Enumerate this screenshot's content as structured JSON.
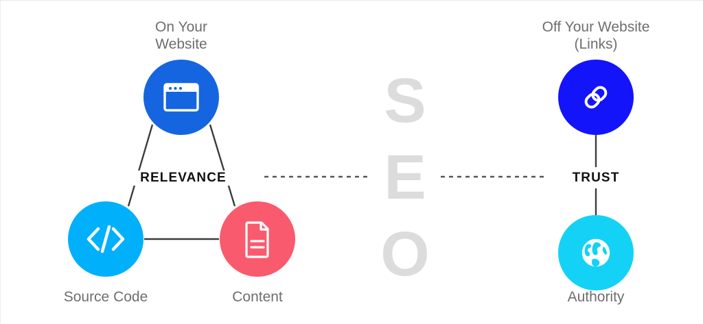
{
  "diagram": {
    "title": "SEO",
    "background_color": "#ffffff",
    "watermark": {
      "letters": [
        "S",
        "E",
        "O"
      ],
      "color": "#dcdcdc"
    },
    "groups": [
      {
        "id": "relevance",
        "caption": "RELEVANCE",
        "heading": "On Your\nWebsite",
        "shape": "triangle"
      },
      {
        "id": "trust",
        "caption": "TRUST",
        "heading": "Off Your Website\n(Links)",
        "shape": "vertical-pair"
      }
    ],
    "nodes": [
      {
        "id": "on-your-website",
        "label": "On Your\nWebsite",
        "label_position": "above",
        "icon": "browser-window-icon",
        "color": "#1565E0"
      },
      {
        "id": "source-code",
        "label": "Source Code",
        "label_position": "below",
        "icon": "code-brackets-icon",
        "color": "#00B0FA"
      },
      {
        "id": "content",
        "label": "Content",
        "label_position": "below",
        "icon": "document-icon",
        "color": "#FA5A6E"
      },
      {
        "id": "off-your-website",
        "label": "Off Your Website\n(Links)",
        "label_position": "above",
        "icon": "chain-link-icon",
        "color": "#1414FA"
      },
      {
        "id": "authority",
        "label": "Authority",
        "label_position": "below",
        "icon": "globe-icon",
        "color": "#14D2F5"
      }
    ],
    "edges": [
      {
        "from": "on-your-website",
        "to": "source-code",
        "style": "solid"
      },
      {
        "from": "on-your-website",
        "to": "content",
        "style": "solid"
      },
      {
        "from": "source-code",
        "to": "content",
        "style": "solid"
      },
      {
        "from": "off-your-website",
        "to": "authority",
        "style": "solid"
      },
      {
        "from": "relevance",
        "to": "seo",
        "style": "dashed"
      },
      {
        "from": "seo",
        "to": "trust",
        "style": "dashed"
      }
    ],
    "edge_color": "#3c3c3c",
    "label_color": "#6e6e6e",
    "caption_color": "#111111"
  }
}
